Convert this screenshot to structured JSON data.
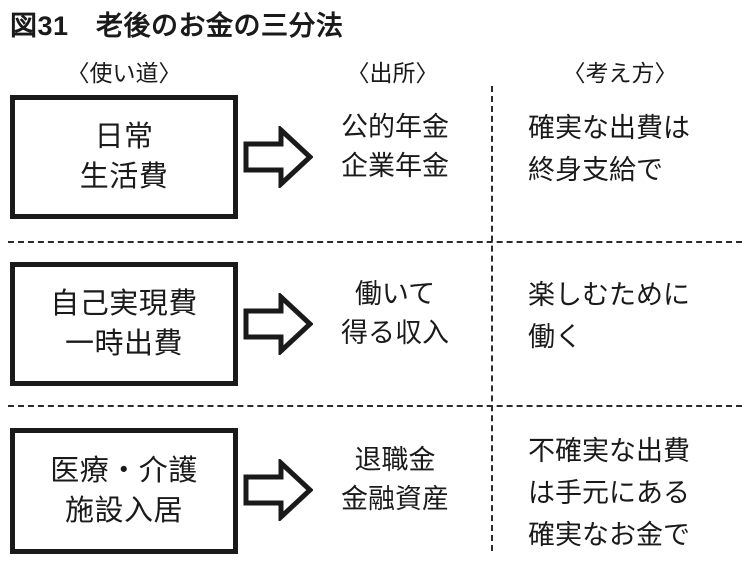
{
  "figure": {
    "title": "図31　老後のお金の三分法"
  },
  "headers": {
    "use": "〈使い道〉",
    "source": "〈出所〉",
    "idea": "〈考え方〉"
  },
  "colors": {
    "ink": "#1a1a1a",
    "divider": "#2b2b2b",
    "background": "#ffffff"
  },
  "arrow": {
    "icon": "block-arrow-right-icon"
  },
  "rows": [
    {
      "category": {
        "line1": "日常",
        "line2": "生活費"
      },
      "source": {
        "line1": "公的年金",
        "line2": "企業年金"
      },
      "idea": {
        "line1": "確実な出費は",
        "line2": "終身支給で",
        "line3": ""
      }
    },
    {
      "category": {
        "line1": "自己実現費",
        "line2": "一時出費"
      },
      "source": {
        "line1": "働いて",
        "line2": "得る収入"
      },
      "idea": {
        "line1": "楽しむために",
        "line2": "働く",
        "line3": ""
      }
    },
    {
      "category": {
        "line1": "医療・介護",
        "line2": "施設入居"
      },
      "source": {
        "line1": "退職金",
        "line2": "金融資産"
      },
      "idea": {
        "line1": "不確実な出費",
        "line2": "は手元にある",
        "line3": "確実なお金で"
      }
    }
  ]
}
